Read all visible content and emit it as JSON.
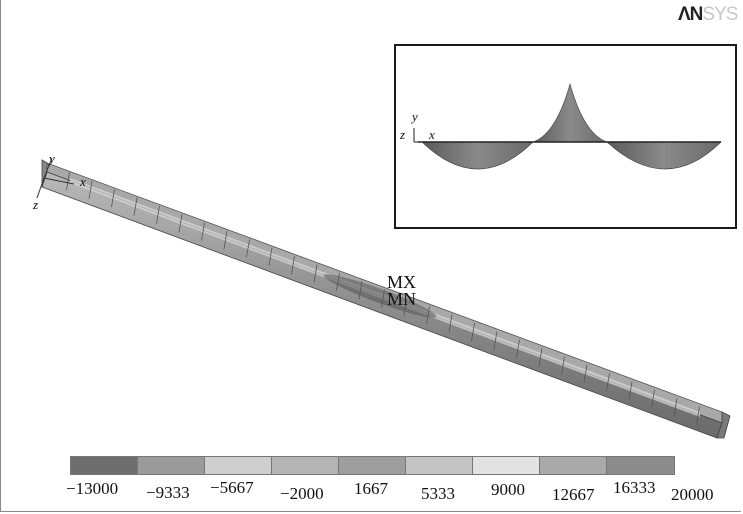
{
  "logo": {
    "bold": "ΛN",
    "light": "SYS"
  },
  "model": {
    "max_label": "MX",
    "min_label": "MN",
    "axes": {
      "x": "x",
      "y": "y",
      "z": "z"
    }
  },
  "inset": {
    "axes": {
      "x": "x",
      "y": "y",
      "z": "z"
    }
  },
  "legend": {
    "colors": [
      "#6e6e6e",
      "#9a9a9a",
      "#cfcfcf",
      "#b4b4b4",
      "#9e9e9e",
      "#c4c4c4",
      "#e2e2e2",
      "#a9a9a9",
      "#8c8c8c"
    ],
    "ticks": [
      {
        "id": "t0",
        "text": "−13000"
      },
      {
        "id": "t1",
        "text": "−9333"
      },
      {
        "id": "t2",
        "text": "−5667"
      },
      {
        "id": "t3",
        "text": "−2000"
      },
      {
        "id": "t4",
        "text": "1667"
      },
      {
        "id": "t5",
        "text": "5333"
      },
      {
        "id": "t6",
        "text": "9000"
      },
      {
        "id": "t7",
        "text": "12667"
      },
      {
        "id": "t8",
        "text": "16333"
      },
      {
        "id": "t9",
        "text": "20000"
      }
    ]
  }
}
